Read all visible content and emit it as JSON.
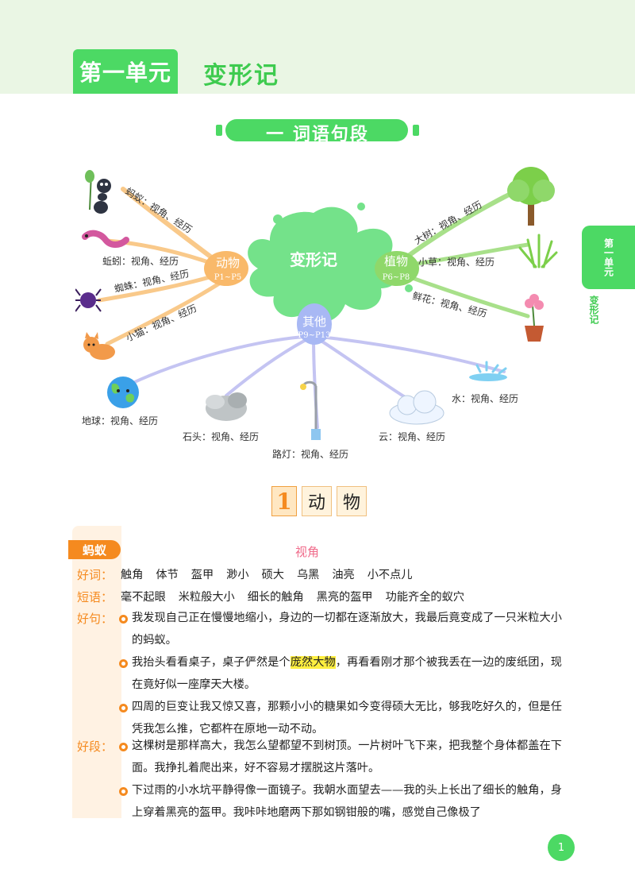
{
  "header": {
    "unit_label": "第一单元",
    "unit_title": "变形记"
  },
  "side_tab": {
    "unit": "第一单元",
    "title": "变形记"
  },
  "section_title": "一 词语句段",
  "mindmap": {
    "center": "变形记",
    "groups": [
      {
        "name": "动物",
        "pages": "P1~P5",
        "items": [
          "蚂蚁：视角、经历",
          "蚯蚓：视角、经历",
          "蜘蛛：视角、经历",
          "小猫：视角、经历"
        ]
      },
      {
        "name": "植物",
        "pages": "P6~P8",
        "items": [
          "大树：视角、经历",
          "小草：视角、经历",
          "鲜花：视角、经历"
        ]
      },
      {
        "name": "其他",
        "pages": "P9~P13",
        "items": [
          "地球：视角、经历",
          "石头：视角、经历",
          "路灯：视角、经历",
          "云：视角、经历",
          "水：视角、经历"
        ]
      }
    ],
    "colors": {
      "animal": "#f9b96a",
      "plant": "#8fd86a",
      "other": "#b3b3f0",
      "splash": "#6fe08a"
    }
  },
  "lesson": {
    "number": "1",
    "chars": [
      "动",
      "物"
    ]
  },
  "entry": {
    "tag": "蚂蚁",
    "view_label": "视角",
    "good_words_label": "好词：",
    "good_words": [
      "触角",
      "体节",
      "盔甲",
      "渺小",
      "硕大",
      "乌黑",
      "油亮",
      "小不点儿"
    ],
    "phrases_label": "短语：",
    "phrases": [
      "毫不起眼",
      "米粒般大小",
      "细长的触角",
      "黑亮的盔甲",
      "功能齐全的蚁穴"
    ],
    "good_sentences_label": "好句：",
    "good_sentences": [
      {
        "text": "我发现自己正在慢慢地缩小，身边的一切都在逐渐放大，我最后竟变成了一只米粒大小的蚂蚁。"
      },
      {
        "before": "我抬头看看桌子，桌子俨然是个",
        "highlight": "庞然大物",
        "after": "，再看看刚才那个被我丢在一边的废纸团，现在竟好似一座摩天大楼。"
      },
      {
        "text": "四周的巨变让我又惊又喜，那颗小小的糖果如今变得硕大无比，够我吃好久的，但是任凭我怎么推，它都杵在原地一动不动。"
      }
    ],
    "good_paragraphs_label": "好段：",
    "good_paragraphs": [
      "这棵树是那样高大，我怎么望都望不到树顶。一片树叶飞下来，把我整个身体都盖在下面。我挣扎着爬出来，好不容易才摆脱这片落叶。",
      "下过雨的小水坑平静得像一面镜子。我朝水面望去——我的头上长出了细长的触角，身上穿着黑亮的盔甲。我咔咔地磨两下那如钢钳般的嘴，感觉自己像极了"
    ]
  },
  "page_number": "1"
}
